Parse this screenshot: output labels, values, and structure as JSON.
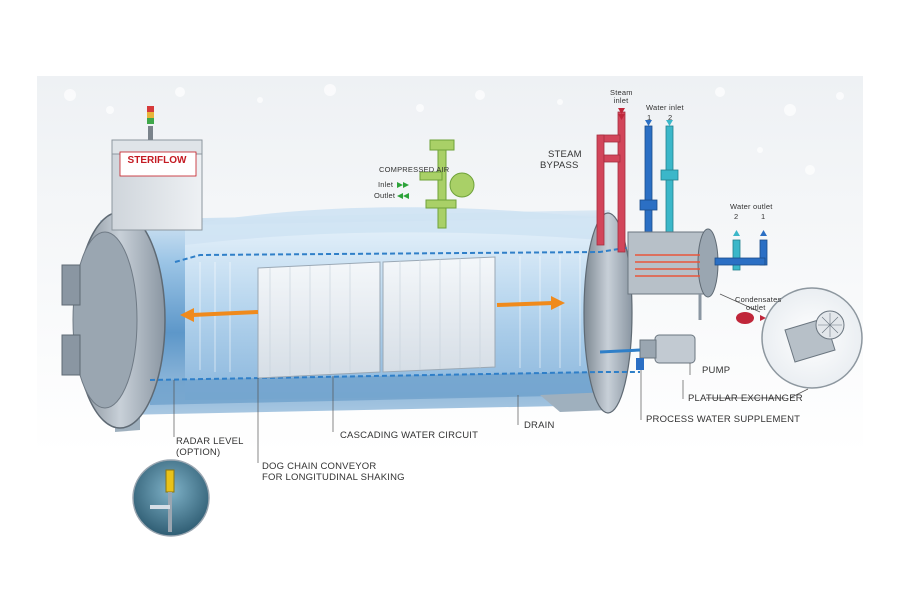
{
  "brand": {
    "name": "STERIFLOW",
    "tagline": ""
  },
  "labels": {
    "compressed_air": "COMPRESSED AIR",
    "air_inlet": "Inlet",
    "air_outlet": "Outlet",
    "steam_inlet_line1": "Steam",
    "steam_inlet_line2": "inlet",
    "water_inlet": "Water inlet",
    "water_inlet_1": "1",
    "water_inlet_2": "2",
    "steam_bypass_line1": "STEAM",
    "steam_bypass_line2": "BYPASS",
    "water_outlet": "Water outlet",
    "water_outlet_2": "2",
    "water_outlet_1": "1",
    "condensates_line1": "Condensates",
    "condensates_line2": "outlet",
    "pump": "PUMP",
    "platular_exchanger": "PLATULAR EXCHANGER",
    "process_water_supplement": "PROCESS WATER SUPPLEMENT",
    "drain": "DRAIN",
    "cascading_water_circuit": "CASCADING WATER CIRCUIT",
    "radar_level_line1": "RADAR LEVEL",
    "radar_level_line2": "(OPTION)",
    "dog_chain_line1": "DOG CHAIN CONVEYOR",
    "dog_chain_line2": "FOR LONGITUDINAL SHAKING"
  },
  "colors": {
    "steam": "#d2455a",
    "water_blue": "#2b6fc4",
    "water_cyan": "#3bb7c9",
    "compressed_air": "#9ccc5a",
    "motion_arrow": "#f08a1c",
    "vessel_blue": "#bcd9ef"
  },
  "icons": [
    "steriflow-control-cabinet-icon",
    "signal-tower-icon",
    "radar-level-sensor-icon",
    "platular-exchanger-detail-icon"
  ]
}
